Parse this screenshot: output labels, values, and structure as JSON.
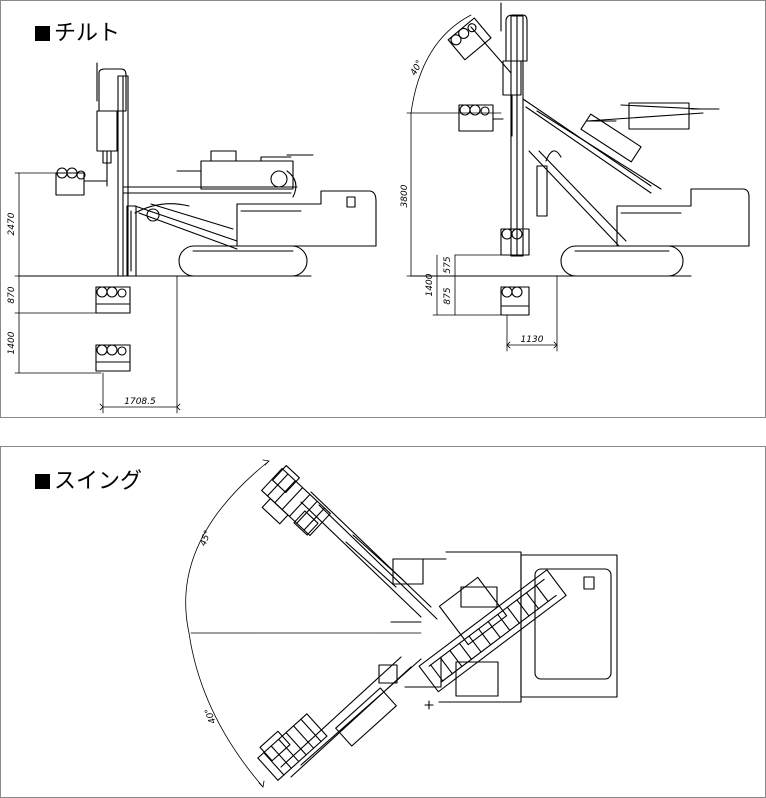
{
  "sections": {
    "tilt": {
      "title": "チルト",
      "left_dimensions": {
        "d1": "2470",
        "d2": "870",
        "d3": "1400",
        "d4": "1708.5"
      },
      "right_dimensions": {
        "angle": "40°",
        "height": "3800",
        "d1": "1400",
        "d2": "575",
        "d3": "875",
        "d4": "1130"
      }
    },
    "swing": {
      "title": "スイング",
      "angle_top": "45°",
      "angle_bottom": "40°"
    }
  },
  "colors": {
    "line": "#000000",
    "frame": "#8a8a8a",
    "background": "#ffffff"
  }
}
